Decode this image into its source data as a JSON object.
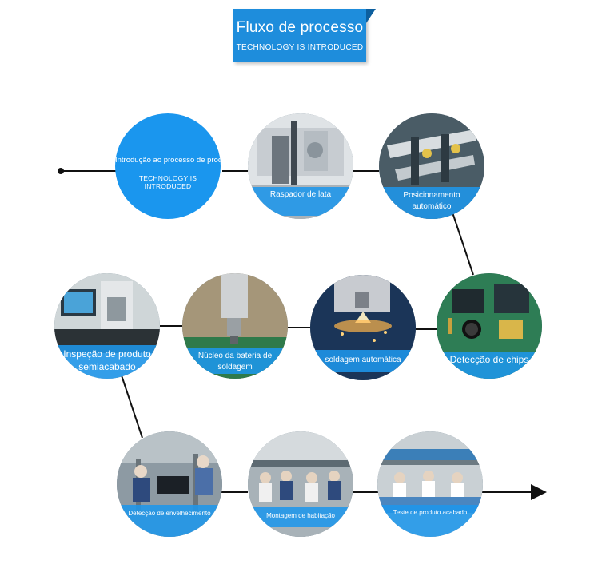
{
  "header": {
    "title": "Fluxo de processo",
    "subtitle": "TECHNOLOGY IS INTRODUCED"
  },
  "colors": {
    "accent": "#1e8ddc",
    "circle_blue": "#1a96ee",
    "line": "#111111"
  },
  "steps": [
    {
      "title": "Introdução ao processo de produção",
      "subtitle": "TECHNOLOGY IS INTRODUCED"
    },
    {
      "label": "Raspador de lata"
    },
    {
      "label": "Posicionamento automático"
    },
    {
      "label": "Detecção de chips"
    },
    {
      "label": "soldagem automática"
    },
    {
      "label": "Núcleo da bateria de soldagem"
    },
    {
      "label": "Inspeção de produto semiacabado"
    },
    {
      "label": "Detecção de envelhecimento"
    },
    {
      "label": "Montagem de habitação"
    },
    {
      "label": "Teste de produto acabado"
    }
  ]
}
